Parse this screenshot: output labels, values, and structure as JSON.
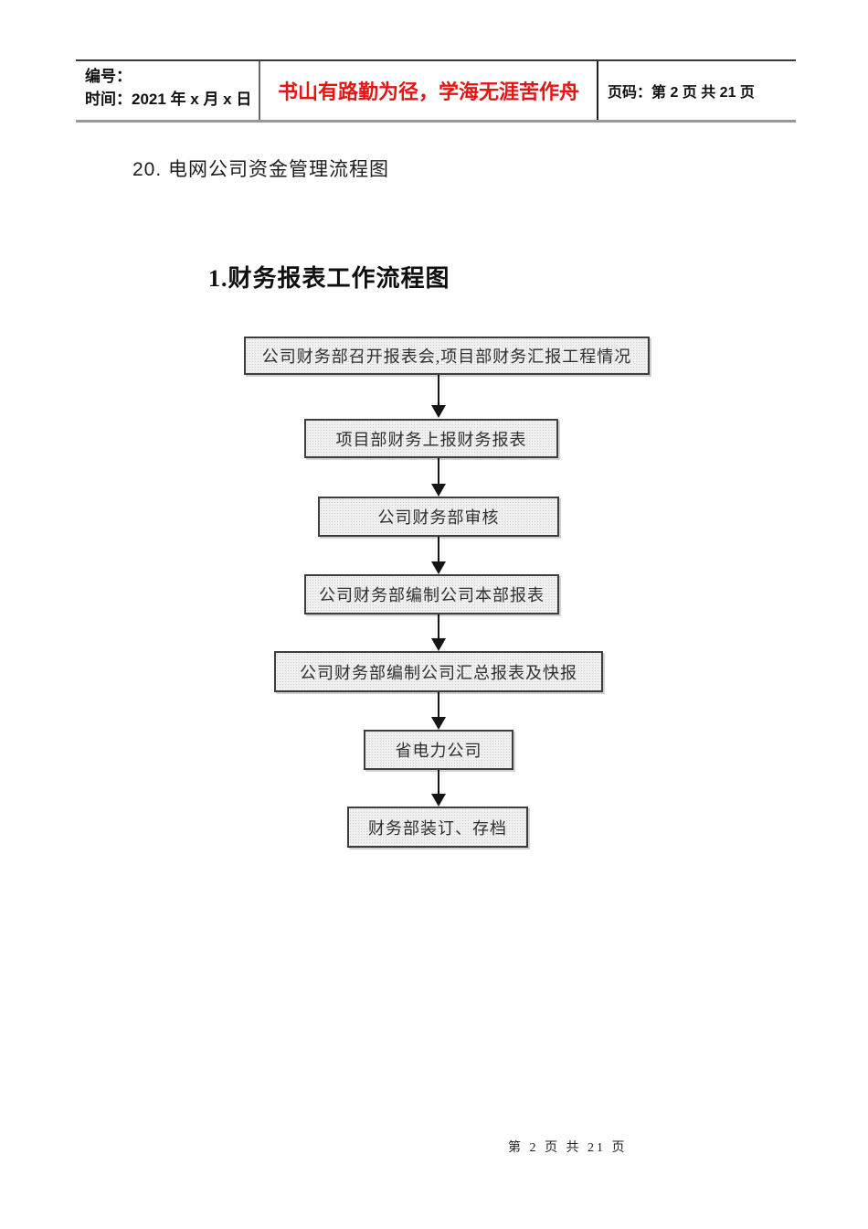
{
  "header": {
    "number_label": "编号：",
    "time_label": "时间：2021 年 x 月 x 日",
    "motto": "书山有路勤为径，学海无涯苦作舟",
    "page_info": "页码：第 2 页  共 21 页"
  },
  "content": {
    "section_heading": "20. 电网公司资金管理流程图",
    "flow_title": "1.财务报表工作流程图"
  },
  "flowchart": {
    "type": "flowchart",
    "direction": "top-down",
    "steps": [
      "公司财务部召开报表会,项目部财务汇报工程情况",
      "项目部财务上报财务报表",
      "公司财务部审核",
      "公司财务部编制公司本部报表",
      "公司财务部编制公司汇总报表及快报",
      "省电力公司",
      "财务部装订、存档"
    ]
  },
  "footer": {
    "page_text": "第 2 页 共 21 页"
  },
  "colors": {
    "motto_red": "#e81313",
    "box_fill": "#f1f1f1",
    "box_border": "#3d3d3d",
    "arrow": "#151515",
    "header_bottom_border": "#989898"
  }
}
